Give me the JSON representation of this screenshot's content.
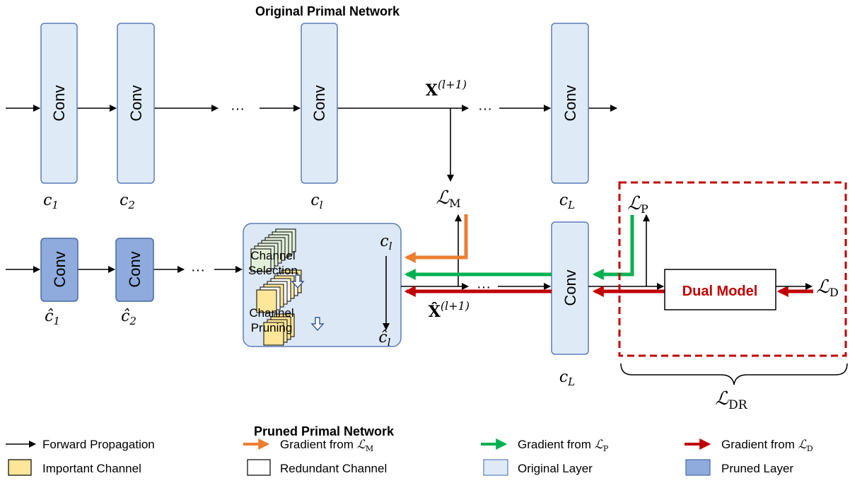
{
  "titles": {
    "original": "Original Primal Network",
    "pruned": "Pruned Primal Network"
  },
  "layer_label": "Conv",
  "ellipsis": "···",
  "original_channels": [
    {
      "base": "c",
      "sub": "1"
    },
    {
      "base": "c",
      "sub": "2"
    },
    {
      "base": "c",
      "sub": "l"
    },
    {
      "base": "c",
      "sub": "L"
    }
  ],
  "pruned_channels": [
    {
      "base": "ĉ",
      "sub": "1"
    },
    {
      "base": "ĉ",
      "sub": "2"
    },
    {
      "base": "c",
      "sub": "L"
    }
  ],
  "pruning_box": {
    "top_label": {
      "base": "c",
      "sub": "l"
    },
    "bottom_label": {
      "base": "ĉ",
      "sub": "l"
    },
    "step1": [
      "Channel",
      "Selection"
    ],
    "step2": [
      "Channel",
      "Pruning"
    ]
  },
  "features": {
    "original": {
      "base": "X",
      "sup": "(l+1)"
    },
    "pruned": {
      "base": "X̂",
      "sup": "(l+1)"
    }
  },
  "losses": {
    "M": {
      "symbol": "ℒ",
      "sub": "M"
    },
    "P": {
      "symbol": "ℒ",
      "sub": "P"
    },
    "D": {
      "symbol": "ℒ",
      "sub": "D"
    },
    "DR": {
      "symbol": "ℒ",
      "sub": "DR"
    }
  },
  "dual_model": "Dual Model",
  "legend": [
    {
      "kind": "arrow",
      "color": "#000000",
      "text": "Forward Propagation"
    },
    {
      "kind": "arrow",
      "color": "#ED7D31",
      "text": "Gradient from ",
      "symbol": "ℒ",
      "sub": "M"
    },
    {
      "kind": "arrow",
      "color": "#00B050",
      "text": "Gradient from ",
      "symbol": "ℒ",
      "sub": "P"
    },
    {
      "kind": "arrow",
      "color": "#C00000",
      "text": "Gradient from ",
      "symbol": "ℒ",
      "sub": "D"
    },
    {
      "kind": "box",
      "color": "#FFE699",
      "text": "Important Channel"
    },
    {
      "kind": "box",
      "color": "#FFFFFF",
      "text": "Redundant Channel"
    },
    {
      "kind": "box",
      "color": "#DEEBF7",
      "text": "Original Layer"
    },
    {
      "kind": "box",
      "color": "#8FAADC",
      "text": "Pruned Layer"
    }
  ],
  "colors": {
    "original_layer": "#DEEBF7",
    "pruned_layer": "#8FAADC",
    "layer_border": "#5B7DB8",
    "pruning_box_fill": "#DCE8F5",
    "important_channel": "#FFE699",
    "selected_channel": "#E2EFDA",
    "dashed_box": "#C00000",
    "orange": "#ED7D31",
    "green": "#00B050",
    "red": "#C00000"
  }
}
